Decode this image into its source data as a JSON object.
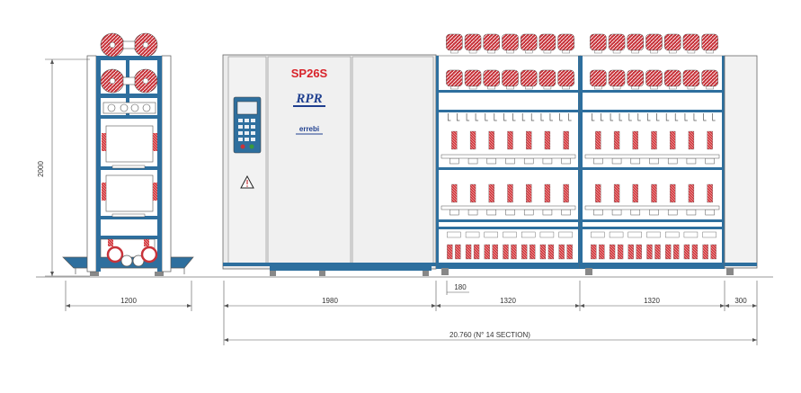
{
  "machine": {
    "model": "SP26S",
    "brand": "RPR",
    "maker": "errebi",
    "colors": {
      "frame": "#2e6f9e",
      "bobbin": "#c8333a",
      "panel": "#e8e8e8",
      "outline": "#555555"
    }
  },
  "dimensions": {
    "height": "2000",
    "side_width": "1200",
    "head_width": "1980",
    "section_width_1": "1320",
    "section_width_2": "1320",
    "end_width": "300",
    "spindle_pitch": "180",
    "total_length": "20.760 (N° 14 SECTION)"
  },
  "icons": {
    "warning": "warning-triangle-icon",
    "control": "control-panel-icon"
  }
}
